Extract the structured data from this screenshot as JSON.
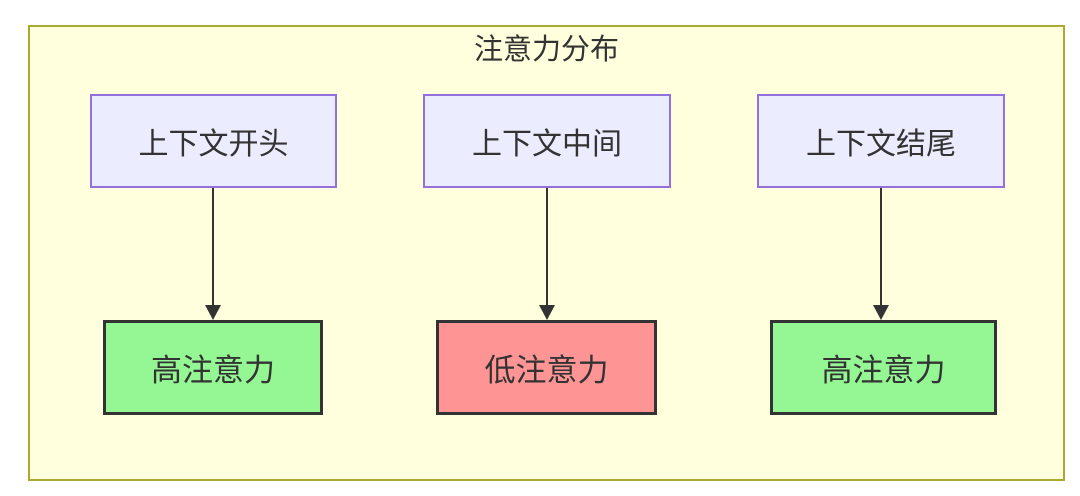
{
  "diagram": {
    "title": "注意力分布",
    "type": "flowchart-top-down",
    "columns": [
      {
        "source": "上下文开头",
        "target": "高注意力",
        "attention_level": "high"
      },
      {
        "source": "上下文中间",
        "target": "低注意力",
        "attention_level": "low"
      },
      {
        "source": "上下文结尾",
        "target": "高注意力",
        "attention_level": "high"
      }
    ],
    "edges": [
      {
        "from": "上下文开头",
        "to": "高注意力"
      },
      {
        "from": "上下文中间",
        "to": "低注意力"
      },
      {
        "from": "上下文结尾",
        "to": "高注意力"
      }
    ],
    "colors": {
      "canvas_background": "#ffffde",
      "canvas_border": "#aaaa33",
      "source_node_fill": "#ececff",
      "source_node_border": "#9370db",
      "high_attention_fill": "#94f794",
      "low_attention_fill": "#ff9494",
      "target_node_border": "#333333",
      "text": "#333333",
      "arrow": "#333333"
    }
  }
}
